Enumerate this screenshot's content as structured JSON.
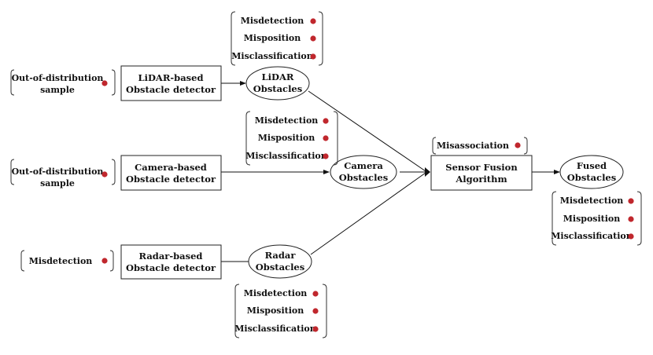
{
  "colors": {
    "dot": "#c0272d",
    "stroke": "#222222",
    "text": "#111111"
  },
  "inputs": {
    "lidar": {
      "lines": [
        "Out-of-distribution",
        "sample"
      ]
    },
    "camera": {
      "lines": [
        "Out-of-distribution",
        "sample"
      ]
    },
    "radar": {
      "lines": [
        "Misdetection"
      ]
    }
  },
  "detectors": {
    "lidar": {
      "lines": [
        "LiDAR-based",
        "Obstacle detector"
      ]
    },
    "camera": {
      "lines": [
        "Camera-based",
        "Obstacle detector"
      ]
    },
    "radar": {
      "lines": [
        "Radar-based",
        "Obstacle detector"
      ]
    }
  },
  "obstacles": {
    "lidar": {
      "lines": [
        "LiDAR",
        "Obstacles"
      ]
    },
    "camera": {
      "lines": [
        "Camera",
        "Obstacles"
      ]
    },
    "radar": {
      "lines": [
        "Radar",
        "Obstacles"
      ]
    },
    "fused": {
      "lines": [
        "Fused",
        "Obstacles"
      ]
    }
  },
  "fusion": {
    "lines": [
      "Sensor Fusion",
      "Algorithm"
    ]
  },
  "error_lists": {
    "lidar": [
      "Misdetection",
      "Misposition",
      "Misclassification"
    ],
    "camera": [
      "Misdetection",
      "Misposition",
      "Misclassification"
    ],
    "radar": [
      "Misdetection",
      "Misposition",
      "Misclassification"
    ],
    "fusion": [
      "Misassociation"
    ],
    "fused": [
      "Misdetection",
      "Misposition",
      "Misclassification"
    ]
  }
}
